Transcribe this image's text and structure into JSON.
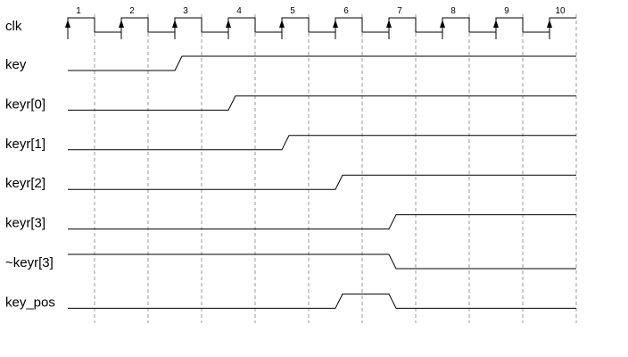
{
  "clock": {
    "label": "clk",
    "edges": [
      "1",
      "2",
      "3",
      "4",
      "5",
      "6",
      "7",
      "8",
      "9",
      "10"
    ]
  },
  "signals": [
    {
      "label": "key",
      "initial": 0,
      "changes": [
        {
          "edge": 3,
          "value": 1
        }
      ]
    },
    {
      "label": "keyr[0]",
      "initial": 0,
      "changes": [
        {
          "edge": 4,
          "value": 1
        }
      ]
    },
    {
      "label": "keyr[1]",
      "initial": 0,
      "changes": [
        {
          "edge": 5,
          "value": 1
        }
      ]
    },
    {
      "label": "keyr[2]",
      "initial": 0,
      "changes": [
        {
          "edge": 6,
          "value": 1
        }
      ]
    },
    {
      "label": "keyr[3]",
      "initial": 0,
      "changes": [
        {
          "edge": 7,
          "value": 1
        }
      ]
    },
    {
      "label": "~keyr[3]",
      "initial": 1,
      "changes": [
        {
          "edge": 7,
          "value": 0
        }
      ]
    },
    {
      "label": "key_pos",
      "initial": 0,
      "changes": [
        {
          "edge": 6,
          "value": 1
        },
        {
          "edge": 7,
          "value": 0
        }
      ]
    }
  ],
  "colors": {
    "wave": "#000000",
    "grid": "#9a9a9a",
    "background": "#ffffff"
  }
}
